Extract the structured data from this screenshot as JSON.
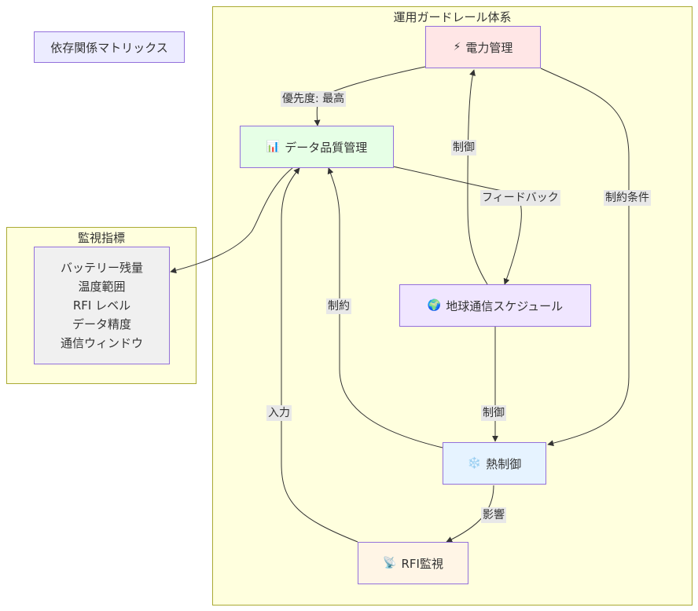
{
  "legend": {
    "matrix_label": "依存関係マトリックス"
  },
  "clusters": {
    "guardrail": {
      "title": "運用ガードレール体系"
    },
    "monitoring": {
      "title": "監視指標"
    }
  },
  "nodes": {
    "power": {
      "icon": "⚡",
      "label": "電力管理",
      "fill": "#ffe6e6"
    },
    "data_quality": {
      "icon": "📊",
      "label": "データ品質管理",
      "fill": "#e6ffe6"
    },
    "ground_comm": {
      "icon": "🌍",
      "label": "地球通信スケジュール",
      "fill": "#f0e6ff"
    },
    "thermal": {
      "icon": "❄️",
      "label": "熱制御",
      "fill": "#e6f3ff"
    },
    "rfi": {
      "icon": "📡",
      "label": "RFI監視",
      "fill": "#fff5e6"
    }
  },
  "metrics": {
    "items": [
      "バッテリー残量",
      "温度範囲",
      "RFI レベル",
      "データ精度",
      "通信ウィンドウ"
    ]
  },
  "edge_labels": {
    "power_to_dq": "優先度: 最高",
    "comm_to_power": "制御",
    "dq_to_comm": "フィードバック",
    "power_to_thermal": "制約条件",
    "thermal_to_dq": "制約",
    "rfi_to_dq": "入力",
    "comm_to_thermal": "制御",
    "thermal_to_rfi": "影響"
  },
  "colors": {
    "cluster_fill": "#ffffde",
    "cluster_border": "#aaaa33",
    "node_border": "#9370db",
    "edge": "#333333"
  }
}
